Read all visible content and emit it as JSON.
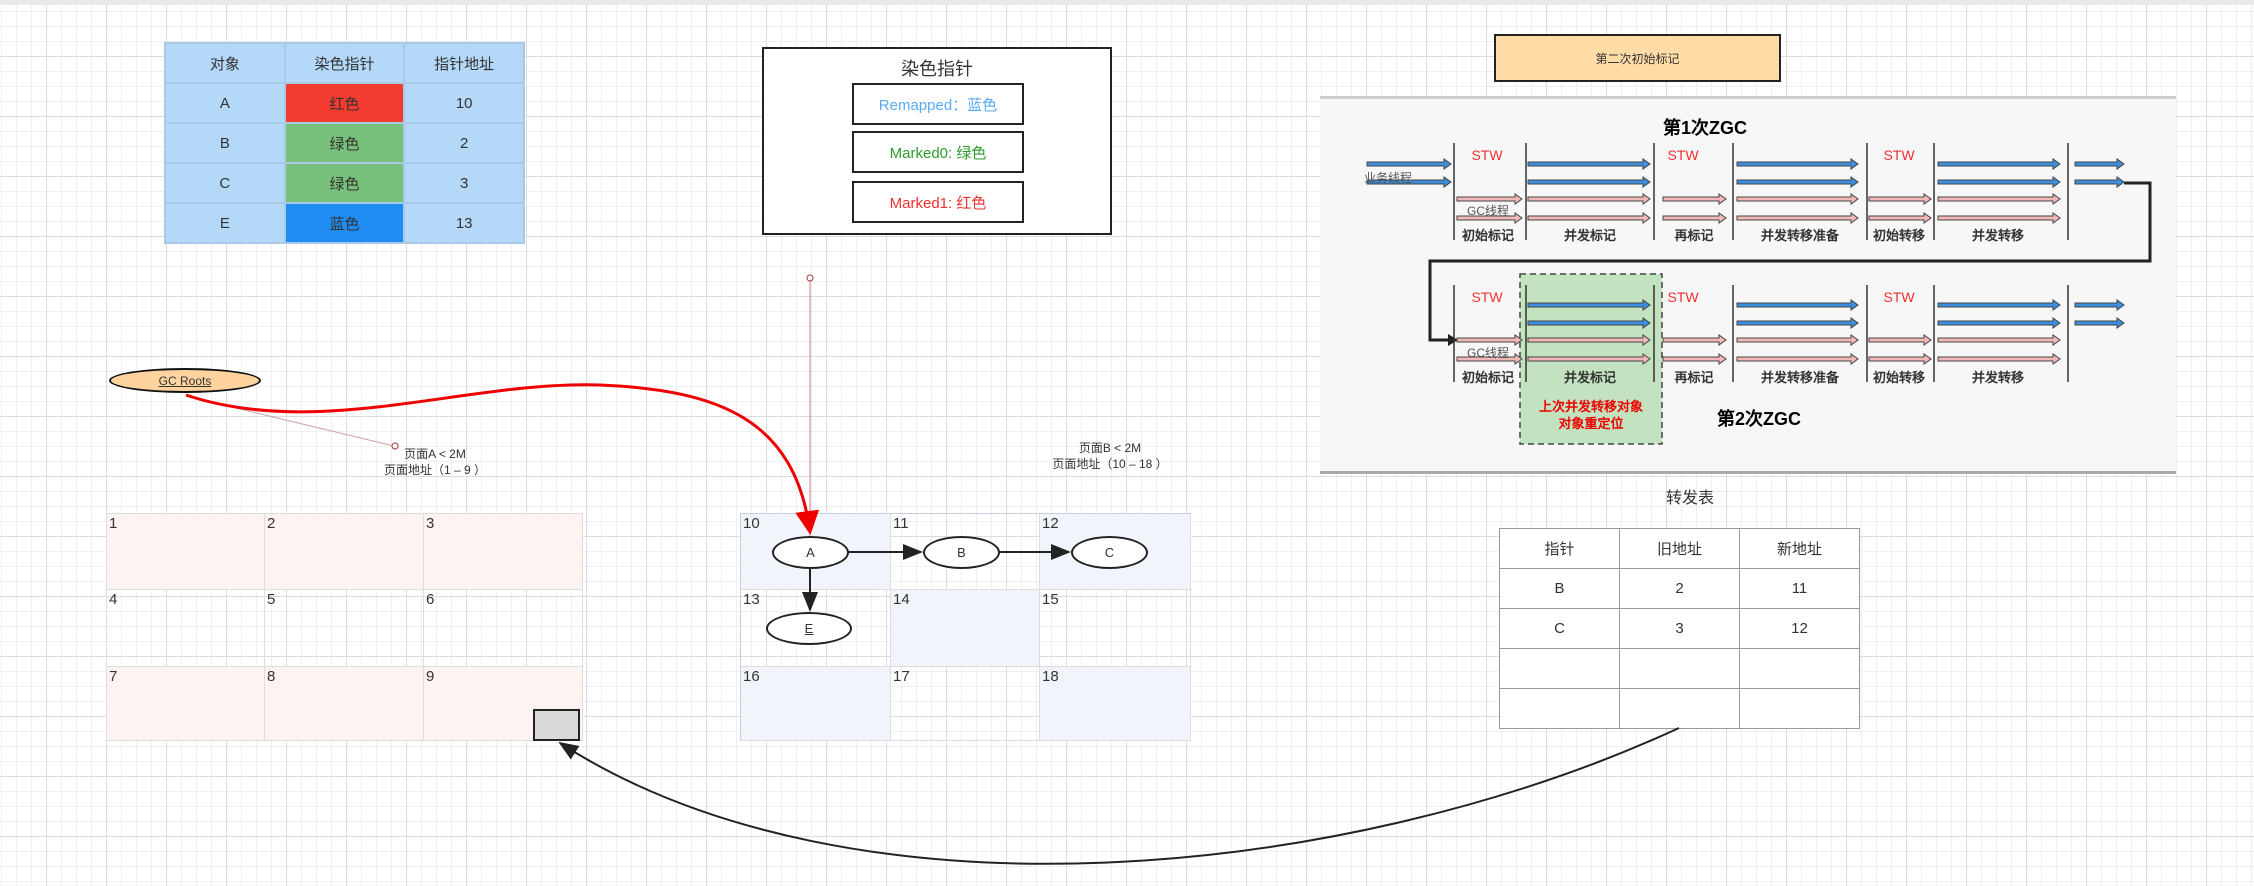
{
  "color_table": {
    "headers": [
      "对象",
      "染色指针",
      "指针地址"
    ],
    "rows": [
      {
        "obj": "A",
        "color": "红色",
        "addr": "10",
        "bg": "#f33c2f"
      },
      {
        "obj": "B",
        "color": "绿色",
        "addr": "2",
        "bg": "#77c17a"
      },
      {
        "obj": "C",
        "color": "绿色",
        "addr": "3",
        "bg": "#77c17a"
      },
      {
        "obj": "E",
        "color": "蓝色",
        "addr": "13",
        "bg": "#1e8cf0"
      }
    ]
  },
  "legend": {
    "title": "染色指针",
    "items": [
      {
        "label": "Remapped：蓝色",
        "color": "#5aa9f5"
      },
      {
        "label": "Marked0: 绿色",
        "color": "#2e9a2e"
      },
      {
        "label": "Marked1: 红色",
        "color": "#f03030"
      }
    ]
  },
  "note": "第二次初始标记",
  "zgc": {
    "title1": "第1次ZGC",
    "title2": "第2次ZGC",
    "stw": "STW",
    "biz_thread": "业务线程",
    "gc_thread": "GC线程",
    "phases": [
      "初始标记",
      "并发标记",
      "再标记",
      "并发转移准备",
      "初始转移",
      "并发转移"
    ],
    "highlight": [
      "上次并发转移对象",
      "对象重定位"
    ]
  },
  "forward_table": {
    "title": "转发表",
    "headers": [
      "指针",
      "旧地址",
      "新地址"
    ],
    "rows": [
      [
        "B",
        "2",
        "11"
      ],
      [
        "C",
        "3",
        "12"
      ],
      [
        "",
        "",
        ""
      ],
      [
        "",
        "",
        ""
      ]
    ]
  },
  "gc_roots": "GC  Roots",
  "page_a": {
    "label1": "页面A < 2M",
    "label2": "页面地址（1 – 9 ）",
    "cells": [
      "1",
      "2",
      "3",
      "4",
      "5",
      "6",
      "7",
      "8",
      "9"
    ]
  },
  "page_b": {
    "label1": "页面B < 2M",
    "label2": "页面地址（10 – 18 ）",
    "cells": [
      "10",
      "11",
      "12",
      "13",
      "14",
      "15",
      "16",
      "17",
      "18"
    ]
  },
  "objects": {
    "a": "A",
    "b": "B",
    "c": "C",
    "e": "E"
  }
}
